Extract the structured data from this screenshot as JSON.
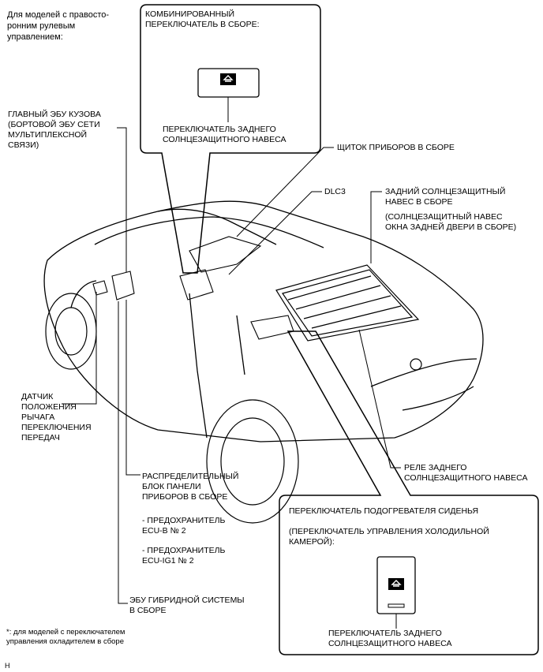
{
  "header_note": "Для моделей с правосто-\nронним рулевым\nуправлением:",
  "callouts": {
    "combo_switch_title": "КОМБИНИРОВАННЫЙ\nПЕРЕКЛЮЧАТЕЛЬ В СБОРЕ:",
    "rear_sunshade_switch_top": "ПЕРЕКЛЮЧАТЕЛЬ ЗАДНЕГО\nСОЛНЦЕЗАЩИТНОГО НАВЕСА",
    "main_body_ecu": "ГЛАВНЫЙ ЭБУ КУЗОВА\n(БОРТОВОЙ ЭБУ СЕТИ\nМУЛЬТИПЛЕКСНОЙ\nСВЯЗИ)",
    "instrument_panel": "ЩИТОК ПРИБОРОВ В СБОРЕ",
    "dlc3": "DLC3",
    "rear_sunshade_assy": "ЗАДНИЙ СОЛНЦЕЗАЩИТНЫЙ\nНАВЕС В СБОРЕ",
    "rear_door_sunshade": "(СОЛНЦЕЗАЩИТНЫЙ НАВЕС\nОКНА ЗАДНЕЙ ДВЕРИ В СБОРЕ)",
    "shift_lever_sensor": "ДАТЧИК\nПОЛОЖЕНИЯ\nРЫЧАГА\nПЕРЕКЛЮЧЕНИЯ\nПЕРЕДАЧ",
    "rear_sunshade_relay": "РЕЛЕ ЗАДНЕГО\nСОЛНЦЕЗАЩИТНОГО НАВЕСА",
    "junction_block": "РАСПРЕДЕЛИТЕЛЬНЫЙ\nБЛОК ПАНЕЛИ\nПРИБОРОВ В СБОРЕ",
    "fuse_ecu_b": "- ПРЕДОХРАНИТЕЛЬ\nECU-B № 2",
    "fuse_ecu_ig1": "- ПРЕДОХРАНИТЕЛЬ\nECU-IG1 № 2",
    "seat_heater_switch": "ПЕРЕКЛЮЧАТЕЛЬ ПОДОГРЕВАТЕЛЯ СИДЕНЬЯ",
    "cool_box_switch": "(ПЕРЕКЛЮЧАТЕЛЬ УПРАВЛЕНИЯ ХОЛОДИЛЬНОЙ\nКАМЕРОЙ):",
    "rear_sunshade_switch_bottom": "ПЕРЕКЛЮЧАТЕЛЬ ЗАДНЕГО\nСОЛНЦЕЗАЩИТНОГО НАВЕСА",
    "hybrid_ecu": "ЭБУ ГИБРИДНОЙ СИСТЕМЫ\nВ СБОРЕ"
  },
  "footnote": "*: для моделей с переключателем\nуправления охладителем в сборе",
  "corner_mark": "H",
  "colors": {
    "line": "#000000",
    "background": "#ffffff"
  }
}
